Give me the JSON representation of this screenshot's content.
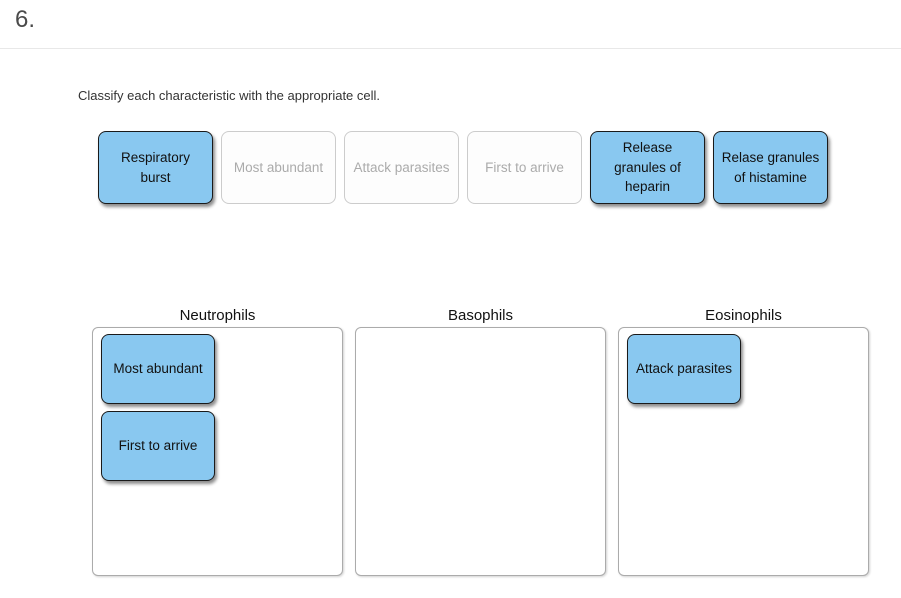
{
  "page": {
    "question_number": "6.",
    "instruction": "Classify each characteristic with the appropriate cell."
  },
  "bank": {
    "chips": [
      {
        "label": "Respiratory burst",
        "state": "available"
      },
      {
        "label": "Most abundant",
        "state": "placed"
      },
      {
        "label": "Attack parasites",
        "state": "placed"
      },
      {
        "label": "First to arrive",
        "state": "placed"
      },
      {
        "label": "Release granules of heparin",
        "state": "available"
      },
      {
        "label": "Relase granules of histamine",
        "state": "available"
      }
    ]
  },
  "bins": [
    {
      "label": "Neutrophils",
      "chips": [
        {
          "label": "Most abundant"
        },
        {
          "label": "First to arrive"
        }
      ]
    },
    {
      "label": "Basophils",
      "chips": []
    },
    {
      "label": "Eosinophils",
      "chips": [
        {
          "label": "Attack parasites"
        }
      ]
    }
  ],
  "colors": {
    "chip_fill": "#89c8f0",
    "chip_border": "#1a1a1a",
    "placed_text": "#ababab",
    "placed_border": "#cccccc",
    "bin_border": "#ababab",
    "divider": "#e8e8e8"
  }
}
